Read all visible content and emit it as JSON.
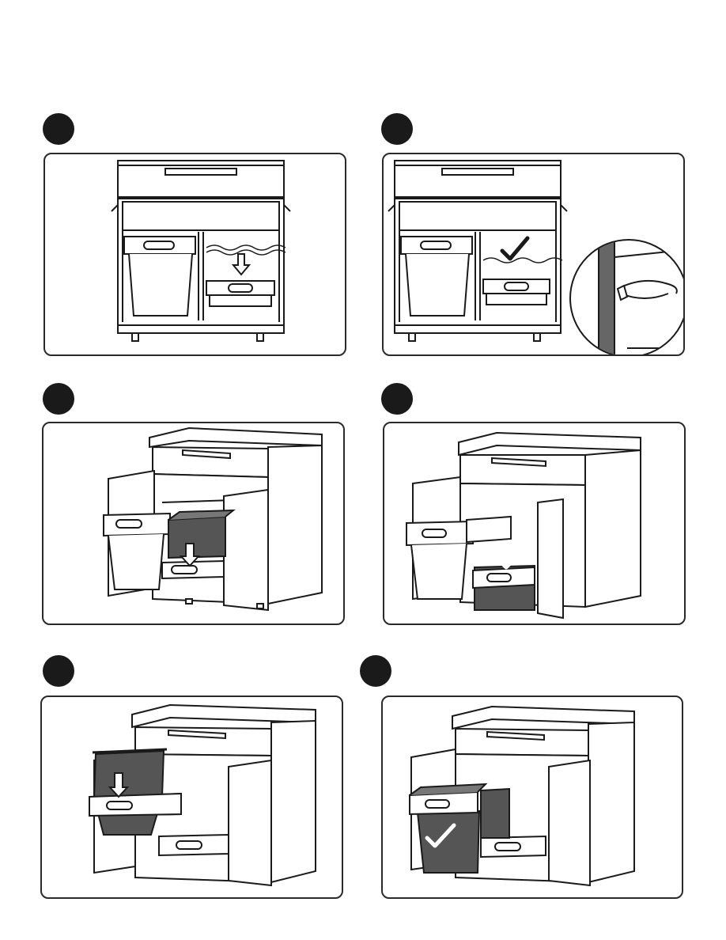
{
  "colors": {
    "line": "#1a1a1a",
    "fill": "#ffffff",
    "bin_dark": "#555555",
    "bin_mid": "#777777",
    "panel_border": "#2a2a2a"
  },
  "steps": [
    {
      "id": 1,
      "view": "front",
      "action": "insert-lower-drawer"
    },
    {
      "id": 2,
      "view": "front",
      "action": "lower-drawer-installed",
      "detail": "hinge-zoom"
    },
    {
      "id": 3,
      "view": "perspective",
      "action": "insert-dark-basket"
    },
    {
      "id": 4,
      "view": "perspective",
      "action": "dark-basket-installed"
    },
    {
      "id": 5,
      "view": "perspective",
      "action": "insert-waste-bin"
    },
    {
      "id": 6,
      "view": "perspective",
      "action": "waste-bin-installed"
    }
  ],
  "icons": {
    "arrow": "down-arrow-icon",
    "check": "check-mark-icon",
    "badge": "step-number-badge"
  }
}
